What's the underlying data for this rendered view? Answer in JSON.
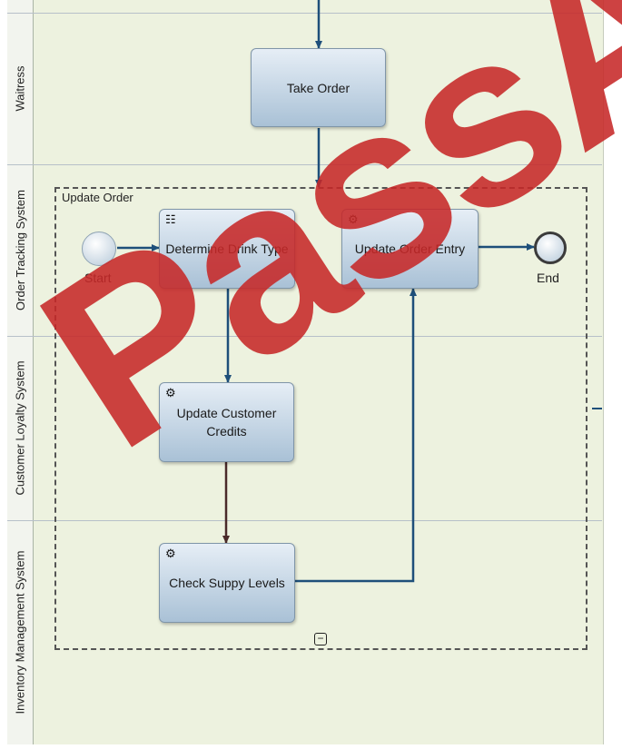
{
  "lanes": [
    {
      "label": "Waitress"
    },
    {
      "label": "Order Tracking System"
    },
    {
      "label": "Customer Loyalty System"
    },
    {
      "label": "Inventory Management System"
    }
  ],
  "subprocess": {
    "title": "Update Order"
  },
  "tasks": {
    "take_order": "Take Order",
    "determine_drink": "Determine Drink Type",
    "update_order_entry": "Update Order Entry",
    "update_credits": "Update Customer Credits",
    "check_supply": "Check Suppy Levels"
  },
  "events": {
    "start_label": "Start",
    "end_label": "End"
  },
  "icons": {
    "service_task": "gear-icon",
    "business_rule_task": "table-icon",
    "collapse": "minus-icon"
  },
  "colors": {
    "pool_background": "#edf2df",
    "flow_line": "#1e4f7a",
    "watermark": "#c62828"
  },
  "watermark": {
    "text": "PassAr"
  }
}
